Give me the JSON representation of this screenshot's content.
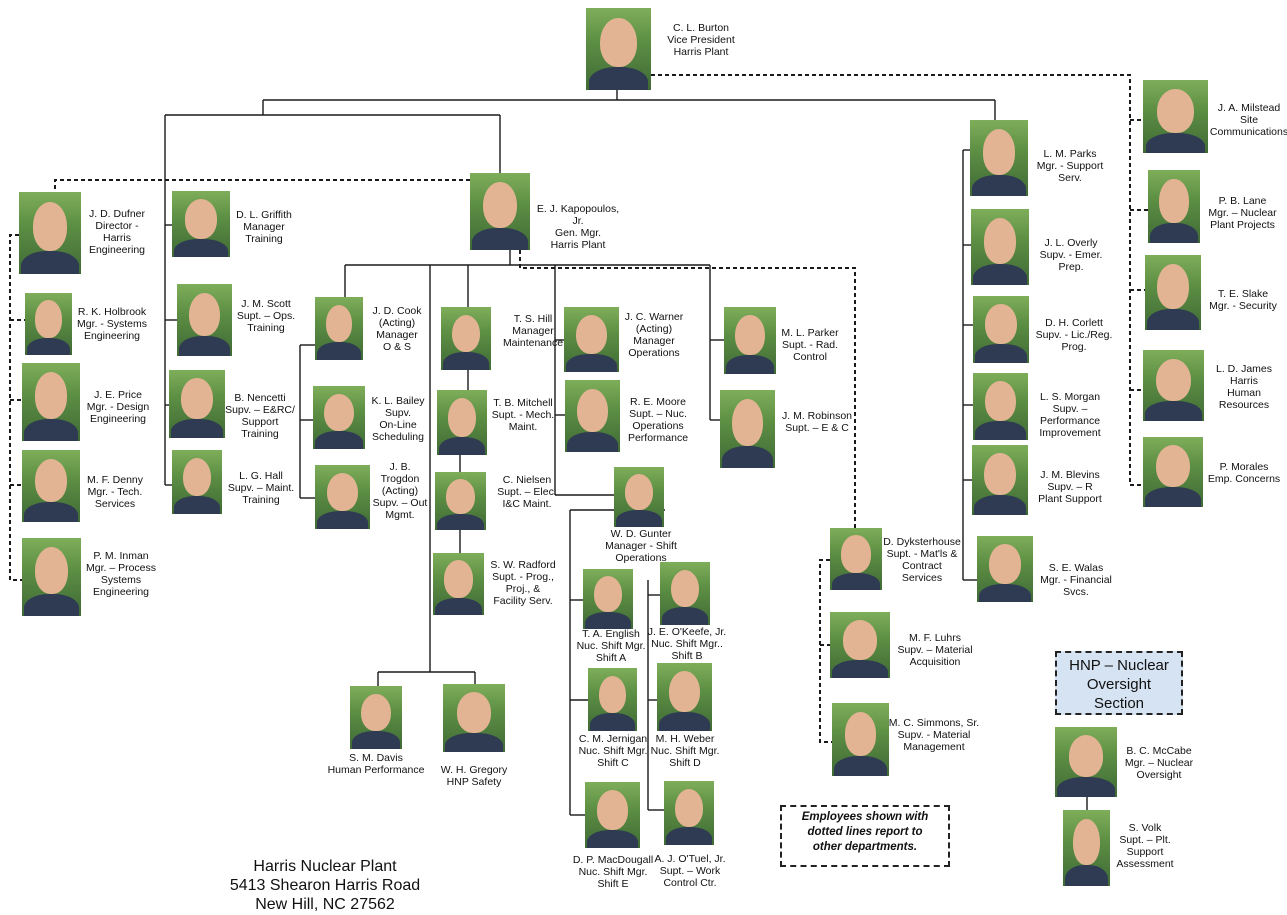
{
  "people": [
    {
      "id": "burton",
      "lines": [
        "C. L. Burton",
        "Vice President",
        "Harris Plant"
      ]
    },
    {
      "id": "milstead",
      "lines": [
        "J. A. Milstead",
        "Site",
        "Communications"
      ]
    },
    {
      "id": "lane",
      "lines": [
        "P. B. Lane",
        "Mgr. – Nuclear",
        "Plant Projects"
      ]
    },
    {
      "id": "slake",
      "lines": [
        "T. E. Slake",
        "Mgr. - Security"
      ]
    },
    {
      "id": "james",
      "lines": [
        "L. D. James",
        "Harris",
        "Human",
        "Resources"
      ]
    },
    {
      "id": "morales",
      "lines": [
        "P. Morales",
        "Emp. Concerns"
      ]
    },
    {
      "id": "parks",
      "lines": [
        "L. M. Parks",
        "Mgr. - Support",
        "Serv."
      ]
    },
    {
      "id": "overly",
      "lines": [
        "J. L. Overly",
        "Supv. - Emer.",
        "Prep."
      ]
    },
    {
      "id": "corlett",
      "lines": [
        "D. H. Corlett",
        "Supv. - Lic./Reg.",
        "Prog."
      ]
    },
    {
      "id": "morgan",
      "lines": [
        "L. S. Morgan",
        "Supv. –",
        "Performance",
        "Improvement"
      ]
    },
    {
      "id": "blevins",
      "lines": [
        "J. M. Blevins",
        "Supv. – R",
        "Plant Support"
      ]
    },
    {
      "id": "walas",
      "lines": [
        "S. E. Walas",
        "Mgr. - Financial",
        "Svcs."
      ]
    },
    {
      "id": "dufner",
      "lines": [
        "J. D. Dufner",
        "Director -",
        "Harris",
        "Engineering"
      ]
    },
    {
      "id": "holbrook",
      "lines": [
        "R. K. Holbrook",
        "Mgr. - Systems",
        "Engineering"
      ]
    },
    {
      "id": "price",
      "lines": [
        "J. E. Price",
        "Mgr. - Design",
        "Engineering"
      ]
    },
    {
      "id": "denny",
      "lines": [
        "M. F. Denny",
        "Mgr. - Tech.",
        "Services"
      ]
    },
    {
      "id": "inman",
      "lines": [
        "P. M. Inman",
        "Mgr. – Process",
        "Systems",
        "Engineering"
      ]
    },
    {
      "id": "griffith",
      "lines": [
        "D. L. Griffith",
        "Manager",
        "Training"
      ]
    },
    {
      "id": "scott",
      "lines": [
        "J. M. Scott",
        "Supt. – Ops.",
        "Training"
      ]
    },
    {
      "id": "nencetti",
      "lines": [
        "B. Nencetti",
        "Supv. – E&RC/",
        "Support",
        "Training"
      ]
    },
    {
      "id": "hall",
      "lines": [
        "L. G. Hall",
        "Supv. – Maint.",
        "Training"
      ]
    },
    {
      "id": "kapopoulos",
      "lines": [
        "E. J. Kapopoulos, Jr.",
        "Gen. Mgr.",
        "Harris Plant"
      ]
    },
    {
      "id": "cook",
      "lines": [
        "J. D. Cook",
        "(Acting)",
        "Manager",
        "O & S"
      ]
    },
    {
      "id": "bailey",
      "lines": [
        "K. L. Bailey",
        "Supv.",
        "On-Line",
        "Scheduling"
      ]
    },
    {
      "id": "trogdon",
      "lines": [
        "J. B.",
        "Trogdon",
        "(Acting)",
        "Supv. – Out",
        "Mgmt."
      ]
    },
    {
      "id": "hill",
      "lines": [
        "T. S. Hill",
        "Manager",
        "Maintenance"
      ]
    },
    {
      "id": "mitchell",
      "lines": [
        "T. B. Mitchell",
        "Supt. - Mech.",
        "Maint."
      ]
    },
    {
      "id": "nielsen",
      "lines": [
        "C. Nielsen",
        "Supt. – Elec.",
        "I&C Maint."
      ]
    },
    {
      "id": "radford",
      "lines": [
        "S. W. Radford",
        "Supt. - Prog.,",
        "Proj., &",
        "Facility Serv."
      ]
    },
    {
      "id": "warner",
      "lines": [
        "J. C. Warner",
        "(Acting)",
        "Manager",
        "Operations"
      ]
    },
    {
      "id": "moore",
      "lines": [
        "R. E. Moore",
        "Supt. – Nuc.",
        "Operations",
        "Performance"
      ]
    },
    {
      "id": "parker",
      "lines": [
        "M. L. Parker",
        "Supt. - Rad.",
        "Control"
      ]
    },
    {
      "id": "robinson",
      "lines": [
        "J. M. Robinson",
        "Supt. – E & C"
      ]
    },
    {
      "id": "gunter",
      "lines": [
        "W. D. Gunter",
        "Manager - Shift",
        "Operations"
      ]
    },
    {
      "id": "english",
      "lines": [
        "T. A. English",
        "Nuc. Shift Mgr.",
        "Shift A"
      ]
    },
    {
      "id": "okeefe",
      "lines": [
        "J. E. O'Keefe, Jr.",
        "Nuc. Shift Mgr..",
        "Shift B"
      ]
    },
    {
      "id": "jernigan",
      "lines": [
        "C. M. Jernigan",
        "Nuc. Shift Mgr.",
        "Shift C"
      ]
    },
    {
      "id": "weber",
      "lines": [
        "M. H. Weber",
        "Nuc. Shift Mgr.",
        "Shift D"
      ]
    },
    {
      "id": "macdougall",
      "lines": [
        "D. P. MacDougall",
        "Nuc. Shift Mgr.",
        "Shift E"
      ]
    },
    {
      "id": "otuel",
      "lines": [
        "A. J. O'Tuel, Jr.",
        "Supt. – Work",
        "Control Ctr."
      ]
    },
    {
      "id": "davis",
      "lines": [
        "S. M. Davis",
        "Human Performance"
      ]
    },
    {
      "id": "gregory",
      "lines": [
        "W. H. Gregory",
        "HNP Safety"
      ]
    },
    {
      "id": "dyksterhouse",
      "lines": [
        "D. Dyksterhouse",
        "Supt. - Mat'ls &",
        "Contract",
        "Services"
      ]
    },
    {
      "id": "luhrs",
      "lines": [
        "M. F. Luhrs",
        "Supv. – Material",
        "Acquisition"
      ]
    },
    {
      "id": "simmons",
      "lines": [
        "M. C. Simmons, Sr.",
        "Supv. - Material",
        "Management"
      ]
    },
    {
      "id": "mccabe",
      "lines": [
        "B. C. McCabe",
        "Mgr. – Nuclear",
        "Oversight"
      ]
    },
    {
      "id": "volk",
      "lines": [
        "S. Volk",
        "Supt. – Plt.",
        "Support",
        "Assessment"
      ]
    }
  ],
  "footer": {
    "lines": [
      "Harris Nuclear Plant",
      "5413 Shearon Harris Road",
      "New Hill, NC 27562"
    ]
  },
  "note": {
    "lines": [
      "Employees shown with",
      "dotted lines report to",
      "other departments."
    ]
  },
  "oversight": {
    "lines": [
      "HNP – Nuclear",
      "Oversight",
      "Section"
    ]
  },
  "colors": {
    "line": "#1a1a1a",
    "oversight_fill": "#d6e3f3"
  }
}
